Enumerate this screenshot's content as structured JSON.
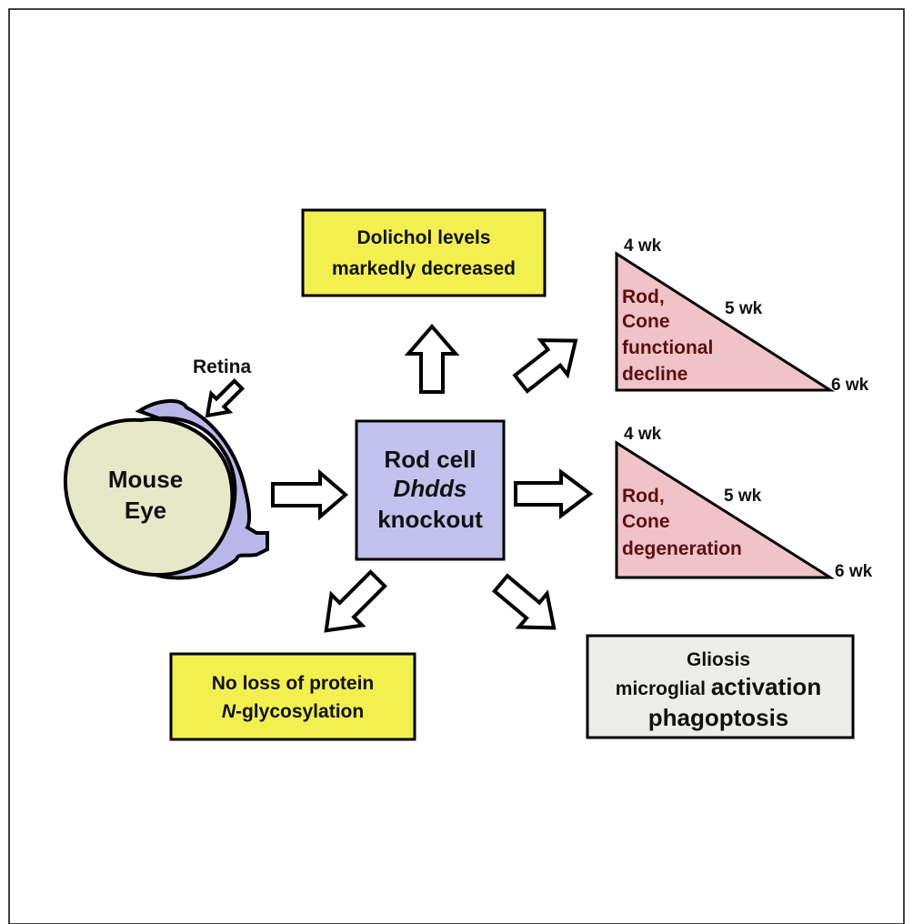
{
  "eye": {
    "line1": "Mouse",
    "line2": "Eye",
    "retina_label": "Retina"
  },
  "center": {
    "line1": "Rod cell",
    "line2": "Dhdds",
    "line3": "knockout"
  },
  "boxes": {
    "dolichol": {
      "line1": "Dolichol levels",
      "line2": "markedly decreased"
    },
    "glycosylation": {
      "line1": "No loss of protein",
      "line2_italic": "N",
      "line2_rest": "-glycosylation"
    },
    "gliosis": {
      "line1": "Gliosis",
      "line2a": "microglial ",
      "line2b": "activation",
      "line3": "phagoptosis"
    }
  },
  "triangles": {
    "functional": {
      "l1": "Rod,",
      "l2": "Cone",
      "l3": "functional",
      "l4": "decline",
      "wk_start": "4 wk",
      "wk_mid": "5 wk",
      "wk_end": "6 wk"
    },
    "degeneration": {
      "l1": "Rod,",
      "l2": "Cone",
      "l3": "degeneration",
      "wk_start": "4 wk",
      "wk_mid": "5 wk",
      "wk_end": "6 wk"
    }
  },
  "colors": {
    "yellow_box": "#f2f04e",
    "center_box": "#c3c2ee",
    "gray_box": "#ececea",
    "triangle": "#f0c3c8",
    "eye_fill": "#e6e9c8",
    "retina": "#b9b7ea"
  }
}
